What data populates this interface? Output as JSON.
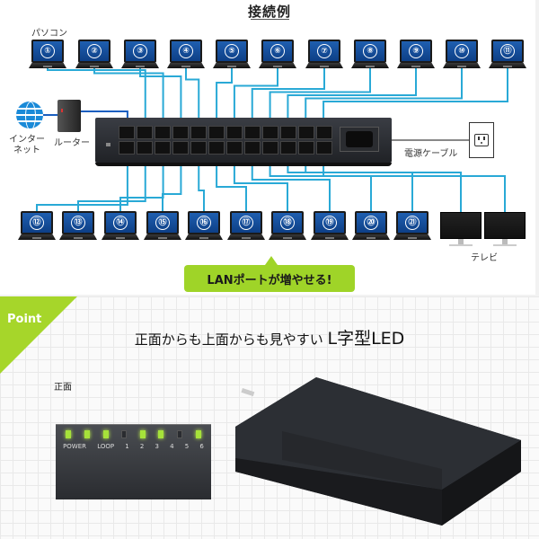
{
  "title": "接続例",
  "labels": {
    "pc": "パソコン",
    "internet": "インター\nネット",
    "router": "ルーター",
    "power_cable": "電源ケーブル",
    "tv": "テレビ"
  },
  "laptops_top": [
    "①",
    "②",
    "③",
    "④",
    "⑤",
    "⑥",
    "⑦",
    "⑧",
    "⑨",
    "⑩",
    "⑪"
  ],
  "laptops_bottom": [
    "⑫",
    "⑬",
    "⑭",
    "⑮",
    "⑯",
    "⑰",
    "⑱",
    "⑲",
    "⑳",
    "㉑"
  ],
  "tv_count": 2,
  "callout": "LANポートが増やせる!",
  "point": {
    "badge": "Point",
    "headline_small": "正面からも上面からも見やすい",
    "headline_big": "L字型LED",
    "front_label": "正面",
    "leds": [
      {
        "label": "POWER",
        "on": true
      },
      {
        "label": "LOOP",
        "on": true
      },
      {
        "label": "1",
        "on": true
      },
      {
        "label": "2",
        "on": false
      },
      {
        "label": "3",
        "on": true
      },
      {
        "label": "4",
        "on": true
      },
      {
        "label": "5",
        "on": false
      },
      {
        "label": "6",
        "on": true
      }
    ]
  },
  "colors": {
    "wire": "#29a9d6",
    "accent_green": "#a6d62a",
    "led_green": "#a6e23a",
    "screen_blue": "#1a55a3"
  }
}
